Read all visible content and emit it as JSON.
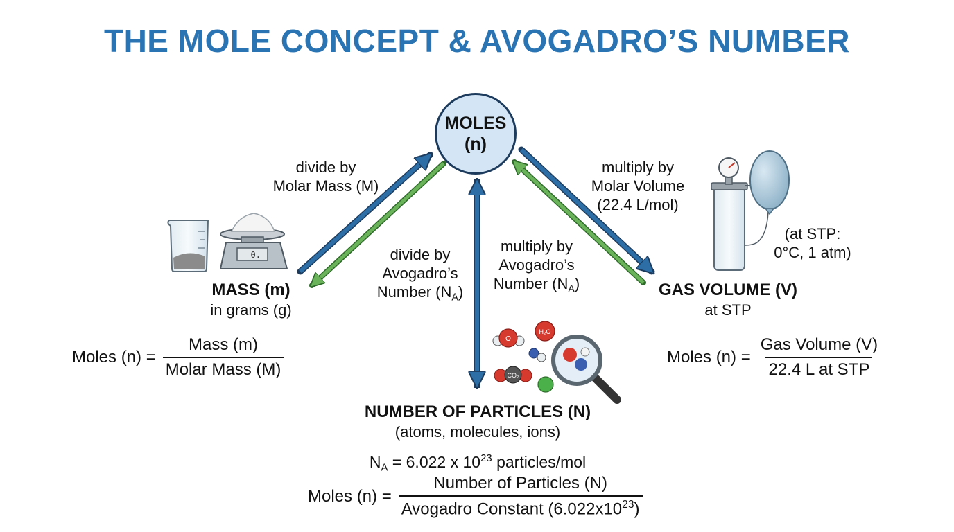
{
  "title": "THE MOLE CONCEPT & AVOGADRO’S NUMBER",
  "center": {
    "line1": "MOLES",
    "line2": "(n)"
  },
  "mass": {
    "heading": "MASS (m)",
    "sub": "in grams (g)",
    "arrow_to_moles": {
      "line1": "divide by",
      "line2": "Molar Mass (M)"
    },
    "scale_display": "0.",
    "formula": {
      "lhs": "Moles (n) =",
      "numerator": "Mass (m)",
      "denominator": "Molar Mass (M)"
    }
  },
  "particles": {
    "heading": "NUMBER OF PARTICLES (N)",
    "sub": "(atoms, molecules, ions)",
    "divide_label": {
      "line1": "divide by",
      "line2": "Avogadro’s",
      "line3a": "Number (N",
      "subscript": "A",
      "line3b": ")"
    },
    "multiply_label": {
      "line1": "multiply by",
      "line2": "Avogadro’s",
      "line3a": "Number (N",
      "subscript": "A",
      "line3b": ")"
    },
    "na_line": {
      "symbol": "N",
      "subscript": "A",
      "eq": " = 6.022 x 10",
      "exponent": "23",
      "unit": " particles/mol"
    },
    "formula": {
      "lhs": "Moles (n) =",
      "numerator": "Number of Particles (N)",
      "denominator": "Avogadro Constant (6.022x10",
      "den_exponent": "23",
      "den_close": ")"
    },
    "molecule_labels": {
      "water_o": "O",
      "water_h2o": "H₂O",
      "co2": "CO₂"
    }
  },
  "gas": {
    "heading": "GAS VOLUME (V)",
    "sub": "at STP",
    "arrow_from_moles": {
      "line1": "multiply by",
      "line2": "Molar Volume",
      "line3": "(22.4 L/mol)"
    },
    "stp_note": {
      "line1": "(at STP:",
      "line2": "0°C, 1 atm)"
    },
    "formula": {
      "lhs": "Moles (n) =",
      "numerator": "Gas Volume (V)",
      "denominator": "22.4 L at STP"
    }
  },
  "colors": {
    "title": "#2a74b3",
    "arrow_blue": "#2d6ea6",
    "arrow_green": "#6bb35a",
    "outline": "#1d3b5c",
    "circle_fill": "#d4e6f6"
  }
}
